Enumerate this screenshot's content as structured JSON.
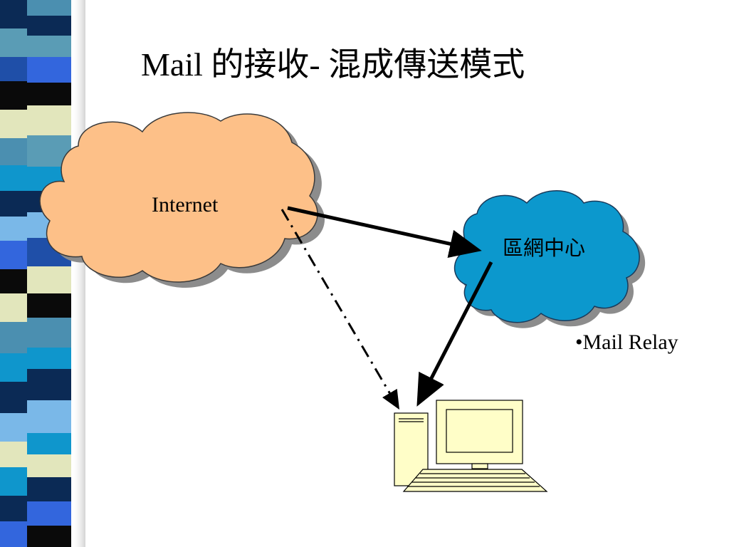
{
  "slide": {
    "title": "Mail 的接收- 混成傳送模式"
  },
  "diagram": {
    "nodes": {
      "internet": {
        "label": "Internet",
        "icon": "cloud-icon",
        "color": "#fdc088"
      },
      "regional_center": {
        "label": "區網中心",
        "icon": "cloud-icon",
        "color": "#0c98cd"
      },
      "client": {
        "icon": "computer-icon",
        "color": "#fffec8"
      }
    },
    "bullet": "•Mail Relay",
    "edges": [
      {
        "from": "internet",
        "to": "regional_center",
        "style": "solid"
      },
      {
        "from": "regional_center",
        "to": "client",
        "style": "solid"
      },
      {
        "from": "internet",
        "to": "client",
        "style": "dash-dot"
      }
    ]
  },
  "theme": {
    "strip_colors": [
      "#0b2a55",
      "#4b8fb0",
      "#1f4fa8",
      "#0a0a0a",
      "#e2e6bc",
      "#7ab8e8",
      "#0f96cc",
      "#3366dd",
      "#5a9cb5"
    ]
  }
}
